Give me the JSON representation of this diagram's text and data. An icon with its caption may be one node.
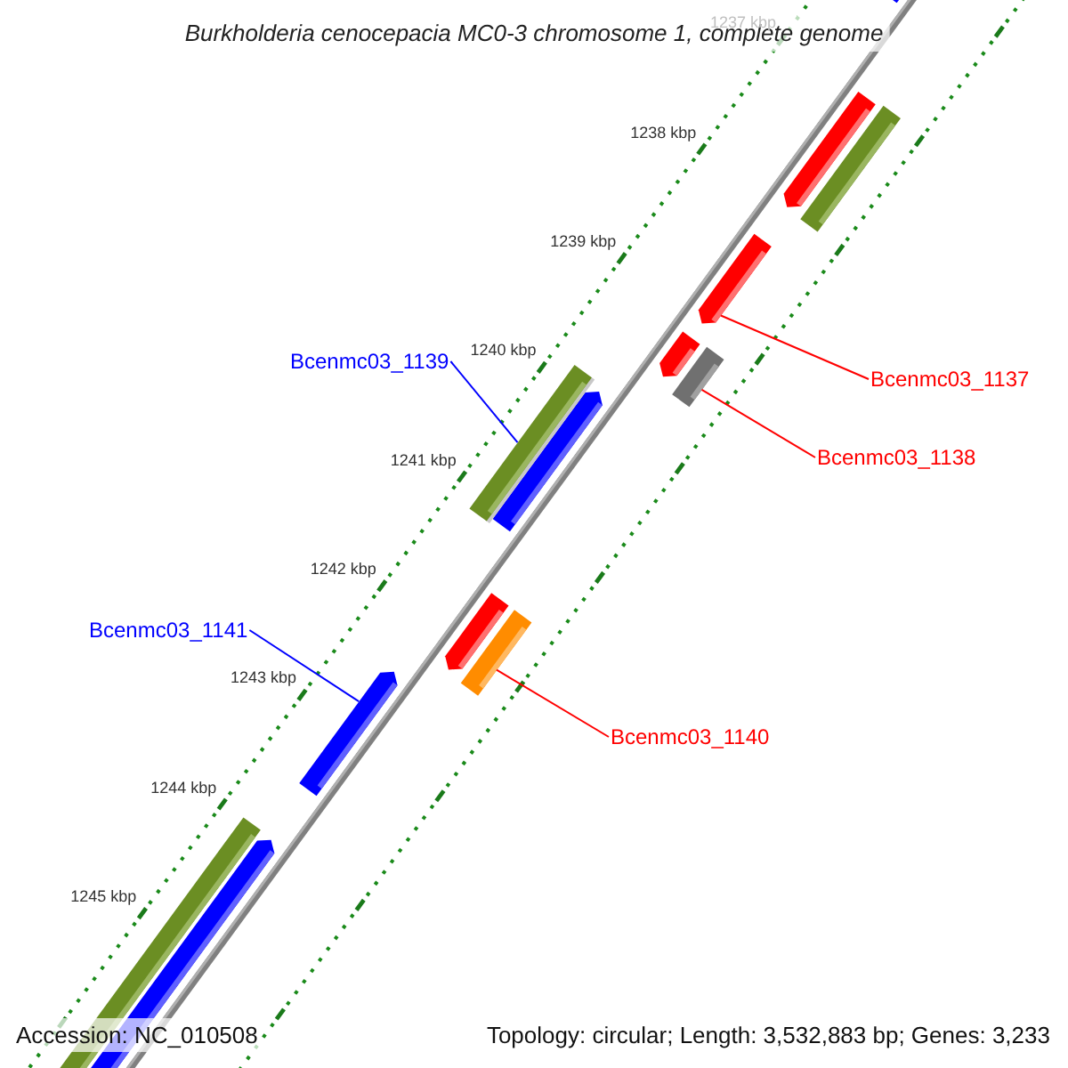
{
  "diagram": {
    "title": "Burkholderia cenocepacia MC0-3 chromosome 1, complete genome",
    "nodes": [
      {
        "text": [
          "Bcenmc03_1139"
        ]
      },
      {
        "text": [
          "Bcenmc03_1137"
        ]
      },
      {
        "text": [
          "Bcenmc03_1138"
        ]
      },
      {
        "text": [
          "Bcenmc03_1141"
        ]
      },
      {
        "text": [
          "Bcenmc03_1140"
        ]
      },
      {
        "text": [],
        "shape": "bar"
      },
      {
        "text": [],
        "shape": "bar"
      },
      {
        "text": [],
        "shape": "bar"
      },
      {
        "text": [],
        "shape": "bar"
      },
      {
        "text": [],
        "shape": "bar"
      }
    ],
    "edges": [
      {
        "from": 0,
        "to": 7,
        "arrow": "none",
        "color": "#0000ff"
      },
      {
        "from": 1,
        "to": 5,
        "arrow": "none"
      },
      {
        "from": 2,
        "to": 6,
        "arrow": "none"
      },
      {
        "from": 3,
        "to": 9,
        "arrow": "none",
        "color": "#0000ff"
      },
      {
        "from": 4,
        "to": 8,
        "arrow": "none"
      }
    ],
    "labels": [
      "1237 kbp",
      "1238 kbp",
      "1239 kbp",
      "1240 kbp",
      "1241 kbp",
      "1242 kbp",
      "1243 kbp",
      "1244 kbp",
      "1245 kbp",
      "Accession: NC_010508",
      "Topology: circular; Length: 3,532,883 bp; Genes: 3,233"
    ]
  }
}
